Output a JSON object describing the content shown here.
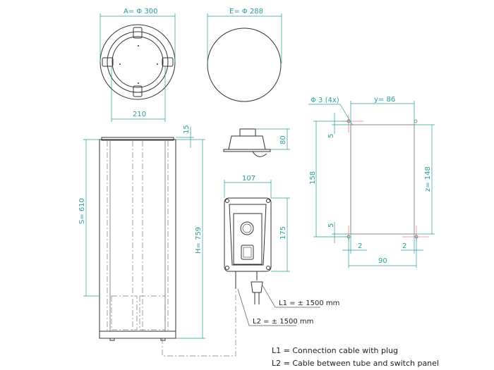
{
  "top_view": {
    "diameter_label": "A= Φ 300",
    "inner_label": "210"
  },
  "lid_view": {
    "diameter_label": "E= Φ 288"
  },
  "side_view": {
    "height_s": "S= 610",
    "height_h": "H= 759",
    "top_offset": "15"
  },
  "panel_top": {
    "depth": "80"
  },
  "switch_panel": {
    "width": "107",
    "height": "175"
  },
  "cables": {
    "l1": "L1 = ± 1500 mm",
    "l2": "L2 = ± 1500 mm"
  },
  "cutout": {
    "hole_label": "Φ 3 (4x)",
    "y_label": "y= 86",
    "z_label": "z= 148",
    "height": "158",
    "offset_top": "5",
    "offset_bottom": "5",
    "margin_left": "2",
    "margin_right": "2",
    "width": "90"
  },
  "legend": {
    "l1": "L1 = Connection cable with plug",
    "l2": "L2 = Cable between tube and switch panel"
  },
  "colors": {
    "dimension": "#2a9d96",
    "centerline": "#f08080",
    "line": "#333333"
  }
}
